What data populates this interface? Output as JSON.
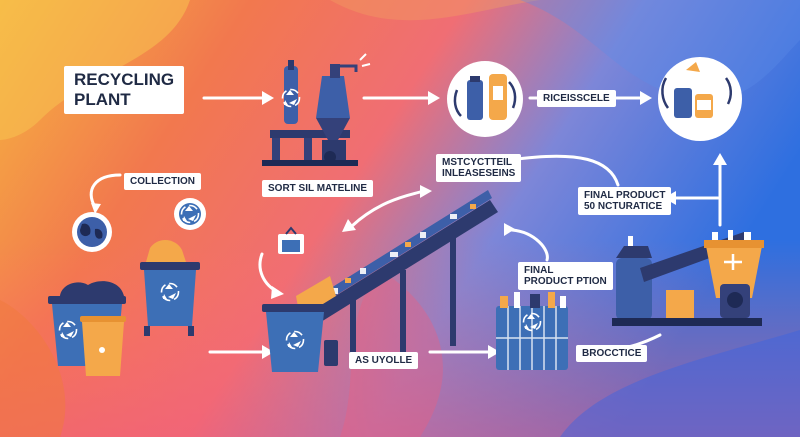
{
  "title": {
    "line1": "RECYCLING",
    "line2": "PLANT"
  },
  "labels": {
    "collection": "COLLECTION",
    "sort": "SORT SIL MATELINE",
    "recycle_top": "RICEISSCELE",
    "mstc_line1": "MSTCYCTTEIL",
    "mstc_line2": "INLEASESEINS",
    "final_top_line1": "FINAL PRODUCT",
    "final_top_line2": "50 NCTURATICE",
    "final_mid_line1": "FINAL",
    "final_mid_line2": "PRODUCT PTION",
    "as_uyolle": "AS UYOLLE",
    "brocctice": "BROCCTICE"
  },
  "icons": [
    "recycle-icon",
    "globe-icon",
    "bottle-icon",
    "conveyor-icon",
    "machine-icon"
  ],
  "colors": {
    "bin_blue": "#3d6fb6",
    "bin_orange": "#f4a84a",
    "machine_navy": "#34417a",
    "arrow": "#ffffff",
    "text": "#1f2a44"
  }
}
